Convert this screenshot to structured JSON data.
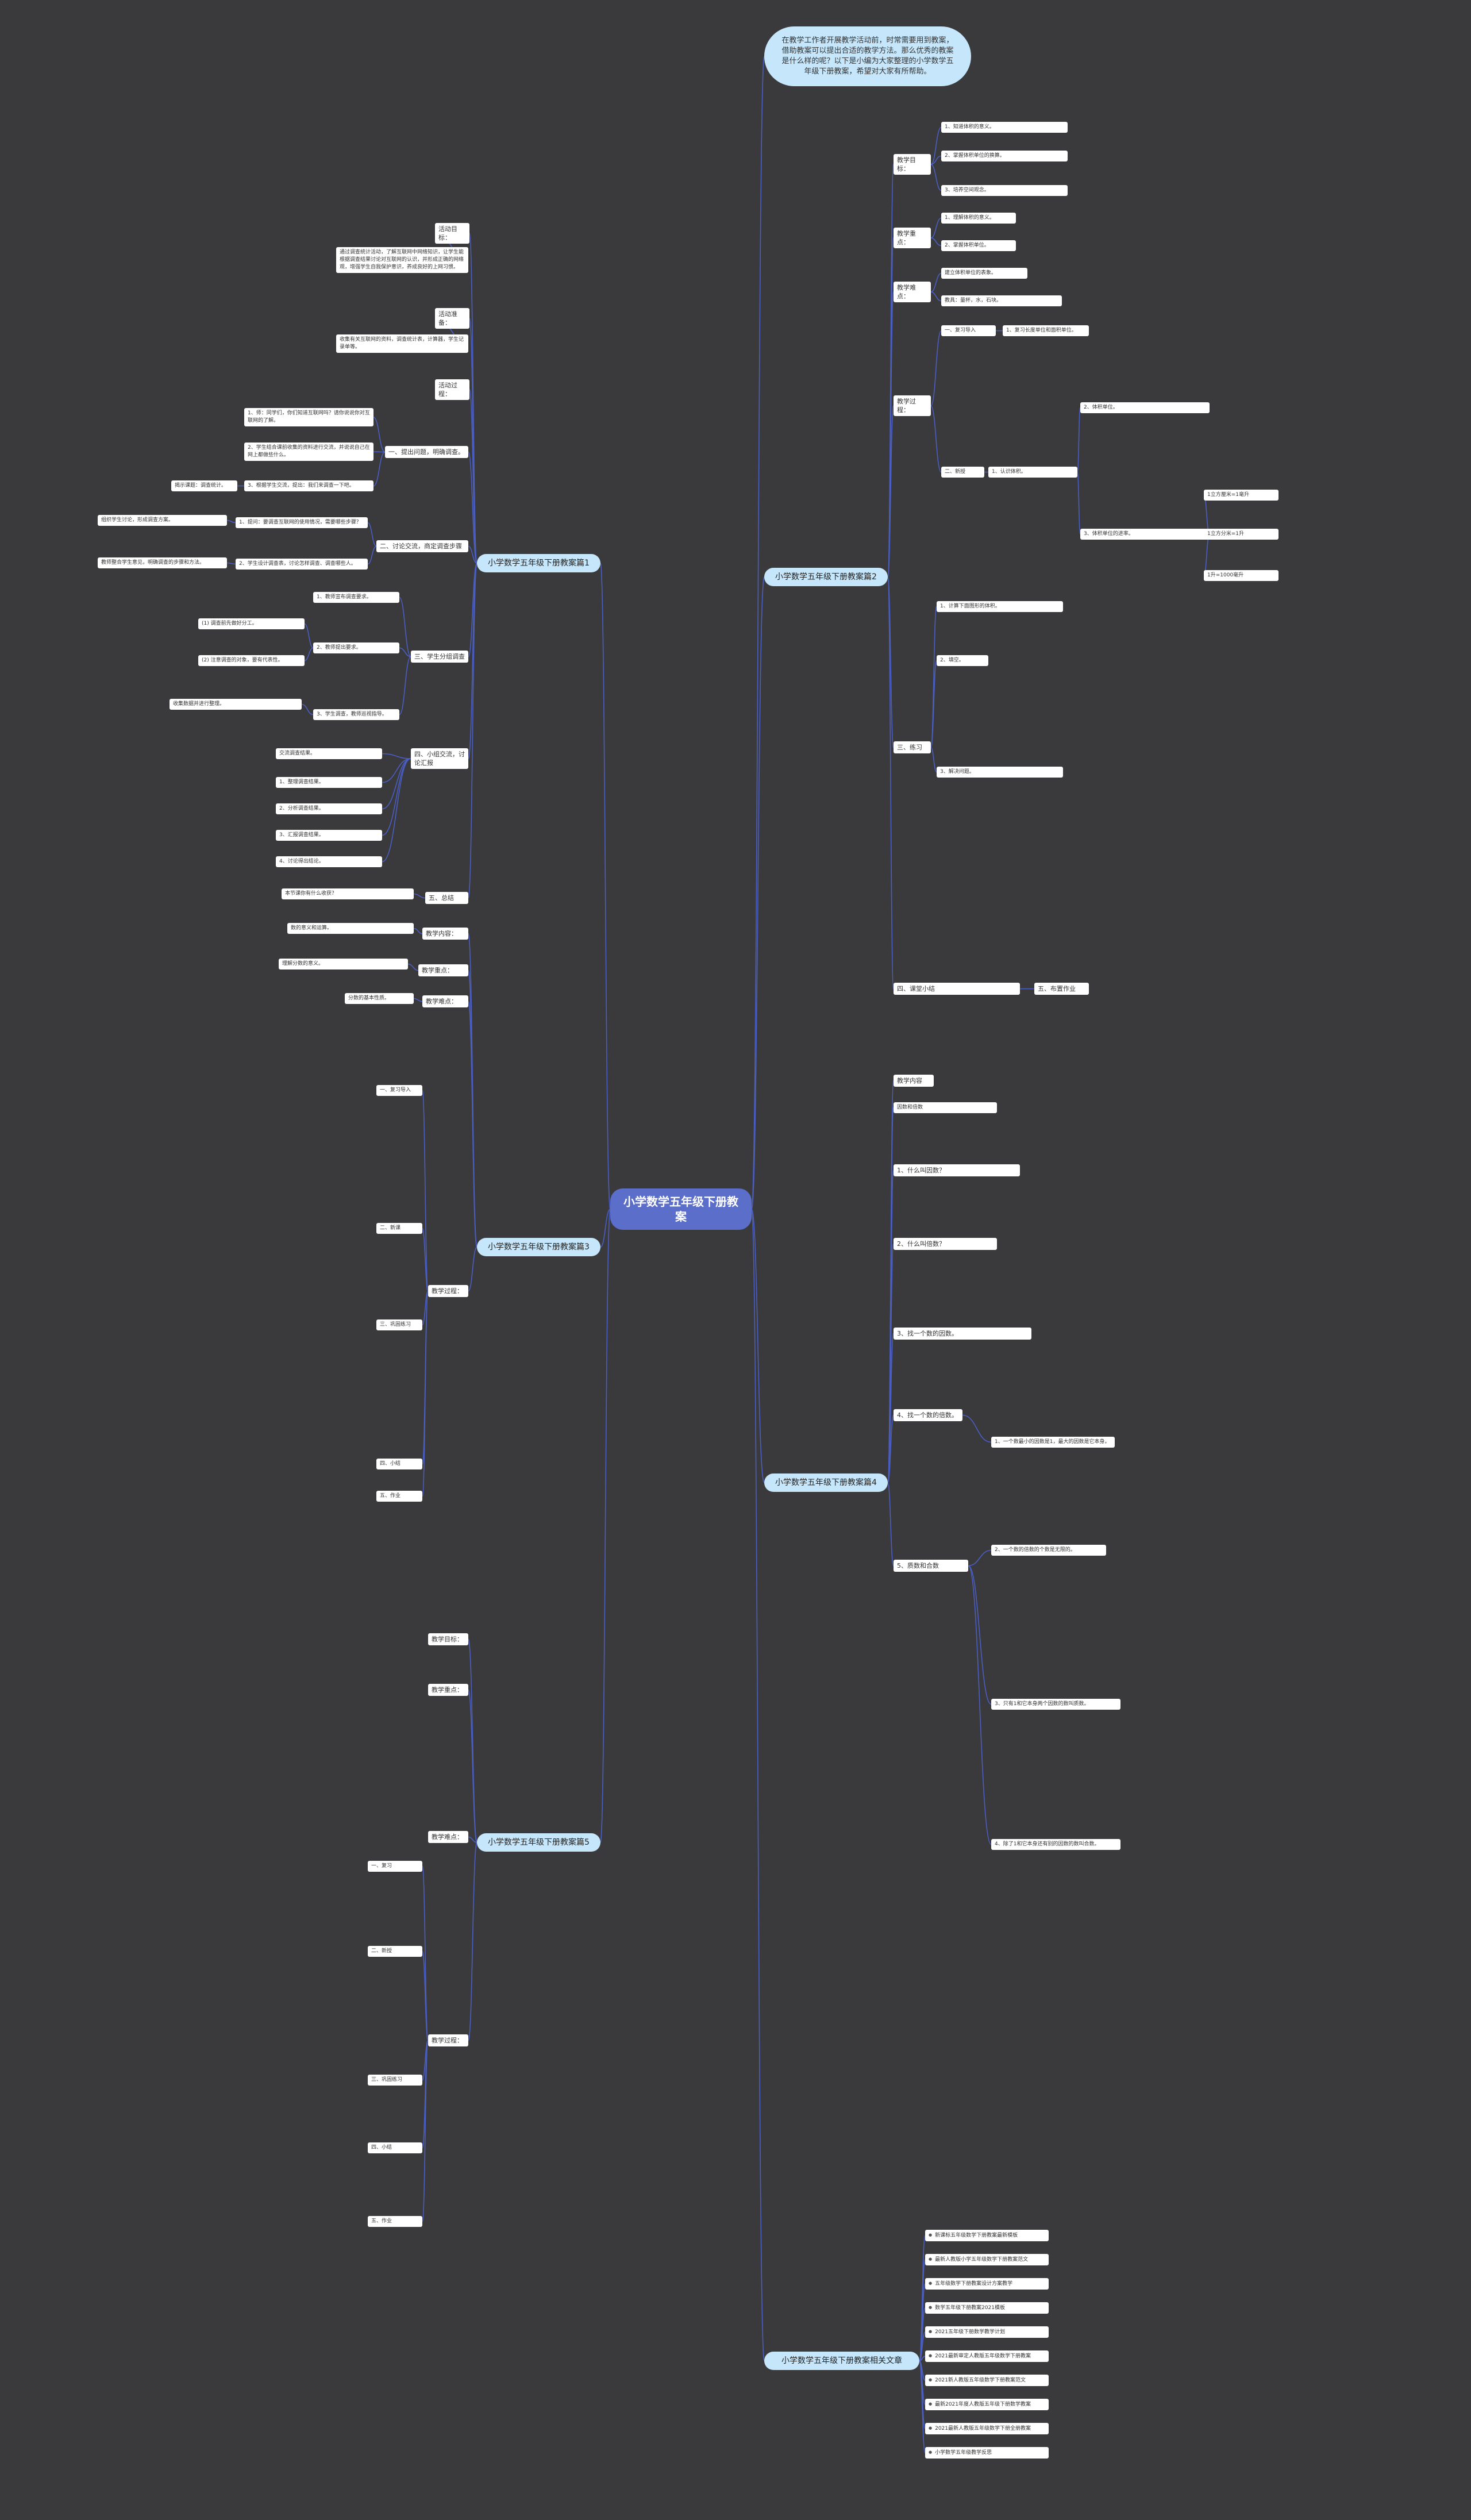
{
  "root": "小学数学五年级下册教案",
  "intro": "在教学工作者开展教学活动前，时常需要用到教案，借助教案可以提出合适的教学方法。那么优秀的教案是什么样的呢？以下是小编为大家整理的小学数学五年级下册教案，希望对大家有所帮助。",
  "branches": {
    "b1": "小学数学五年级下册教案篇1",
    "b2": "小学数学五年级下册教案篇2",
    "b3": "小学数学五年级下册教案篇3",
    "b4": "小学数学五年级下册教案篇4",
    "b5": "小学数学五年级下册教案篇5",
    "b6": "小学数学五年级下册教案相关文章"
  },
  "b1": {
    "goal_label": "活动目标：",
    "goal_text": "通过调查统计活动，了解互联网中网络知识，让学生能根据调查结果讨论对互联网的认识，并形成正确的网络观，增强学生自我保护意识，养成良好的上网习惯。",
    "prep_label": "活动准备：",
    "prep_text": "收集有关互联网的资料，调查统计表，计算器，学生记录单等。",
    "proc_label": "活动过程：",
    "s1_label": "一、提出问题，明确调查。",
    "s1_a": "1、师：同学们，你们知道互联网吗？请你说说你对互联网的了解。",
    "s1_b": "2、学生结合课前收集的资料进行交流，并说说自己在网上都做些什么。",
    "s1_c": "3、根据学生交流，提出：我们来调查一下吧。",
    "s1_c_note": "揭示课题：调查统计。",
    "s2_label": "二、讨论交流，商定调查步骤",
    "s2_a": "1、提问：要调查互联网的使用情况，需要哪些步骤？",
    "s2_a_note": "组织学生讨论，形成调查方案。",
    "s2_b": "2、学生设计调查表，讨论怎样调查、调查哪些人。",
    "s2_b_note": "教师整合学生意见，明确调查的步骤和方法。",
    "s3_label": "三、学生分组调查",
    "s3_a": "1、教师宣布调查要求。",
    "s3_b": "2、教师提出要求。",
    "s3_b_note": "(1) 调查前先做好分工。",
    "s3_b_note2": "(2) 注意调查的对象，要有代表性。",
    "s3_c": "3、学生调查，教师巡视指导。",
    "s3_c_note": "收集数据并进行整理。",
    "s4_label": "四、小组交流，讨论汇报",
    "s4_a": "交流调查结果。",
    "s4_1": "1、整理调查结果。",
    "s4_2": "2、分析调查结果。",
    "s4_3": "3、汇报调查结果。",
    "s4_4": "4、讨论得出结论。",
    "s5_label": "五、总结",
    "s5_text": "本节课你有什么收获？"
  },
  "b2": {
    "g_label": "教学目标：",
    "g1": "1、知道体积的意义。",
    "g2": "2、掌握体积单位的换算。",
    "g3": "3、培养空间观念。",
    "k_label": "教学重点：",
    "k1": "1、理解体积的意义。",
    "k2": "2、掌握体积单位。",
    "d_label": "教学难点：",
    "d1": "建立体积单位的表象。",
    "t_label": "教具：",
    "t1": "教具：量杯，水，石块。",
    "p_label": "教学过程：",
    "p1": "一、复习导入",
    "p1a": "1、复习长度单位和面积单位。",
    "p2": "二、新授",
    "p2a": "1、认识体积。",
    "p2b": "2、体积单位。",
    "p2c": "3、体积单位的进率。",
    "r1": "1立方厘米=1毫升",
    "r2": "1立方分米=1升",
    "r3": "1升=1000毫升",
    "p3": "三、练习",
    "p3a": "1、计算下面图形的体积。",
    "p3b": "2、填空。",
    "p3c": "3、解决问题。",
    "p4": "四、课堂小结",
    "p5": "五、布置作业"
  },
  "b3": {
    "g_label": "教学内容：",
    "g1": "数的意义和运算。",
    "k_label": "教学重点：",
    "k1": "理解分数的意义。",
    "d_label": "教学难点：",
    "d1": "分数的基本性质。",
    "p_label": "教学过程：",
    "p1": "一、复习导入",
    "p2": "二、新课",
    "p3": "三、巩固练习",
    "p4": "四、小结",
    "p5": "五、作业"
  },
  "b4": {
    "g_label": "教学内容",
    "g1": "因数和倍数",
    "p1": "1、什么叫因数？",
    "p2": "2、什么叫倍数？",
    "p3": "3、找一个数的因数。",
    "p4": "4、找一个数的倍数。",
    "p5": "5、质数和合数",
    "n1": "1、一个数最小的因数是1，最大的因数是它本身。",
    "n2": "2、一个数的倍数的个数是无限的。",
    "n3": "3、只有1和它本身两个因数的数叫质数。",
    "n4": "4、除了1和它本身还有别的因数的数叫合数。"
  },
  "b5": {
    "g_label": "教学目标：",
    "k_label": "教学重点：",
    "d_label": "教学难点：",
    "p_label": "教学过程：",
    "p1": "一、复习",
    "p2": "二、新授",
    "p3": "三、巩固练习",
    "p4": "四、小结",
    "p5": "五、作业"
  },
  "related": [
    "新课标五年级数学下册教案最新模板",
    "最新人教版小学五年级数学下册教案范文",
    "五年级数学下册教案设计方案教学",
    "数学五年级下册教案2021模板",
    "2021五年级下册数学教学计划",
    "2021最新审定人教版五年级数学下册教案",
    "2021新人教版五年级数学下册教案范文",
    "最新2021年度人教版五年级下册数学教案",
    "2021最新人教版五年级数学下册全册教案",
    "小学数学五年级教学反思"
  ],
  "colors": {
    "background": "#3a3a3d",
    "root": "#5b6ec9",
    "branch": "#c6e7fb",
    "line": "#4a5ec2"
  }
}
